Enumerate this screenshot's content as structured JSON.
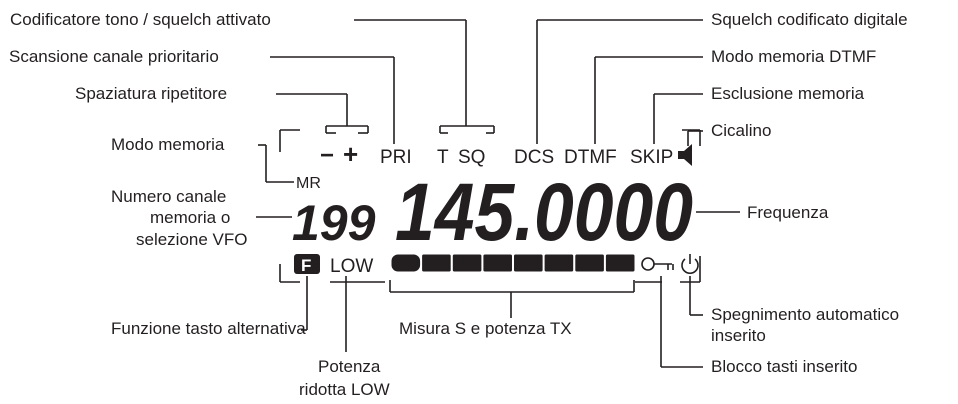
{
  "callouts": {
    "tone_squelch": "Codificatore tono / squelch attivato",
    "priority_scan": "Scansione canale prioritario",
    "repeater_shift": "Spaziatura ripetitore",
    "memory_mode": "Modo memoria",
    "channel_number_l1": "Numero canale",
    "channel_number_l2": "memoria o",
    "channel_number_l3": "selezione VFO",
    "alt_function": "Funzione tasto alternativa",
    "low_power_l1": "Potenza",
    "low_power_l2": "ridotta LOW",
    "s_meter": "Misura S e potenza TX",
    "dcs": "Squelch codificato digitale",
    "dtmf": "Modo memoria DTMF",
    "skip": "Esclusione memoria",
    "beep": "Cicalino",
    "frequency": "Frequenza",
    "auto_power_off_l1": "Spegnimento automatico",
    "auto_power_off_l2": "inserito",
    "key_lock": "Blocco tasti inserito"
  },
  "lcd": {
    "minus": "−",
    "plus": "+",
    "pri": "PRI",
    "t": "T",
    "sq": "SQ",
    "dcs": "DCS",
    "dtmf": "DTMF",
    "skip": "SKIP",
    "mr": "MR",
    "channel": "199",
    "frequency": "145.0000",
    "f_key": "F",
    "low": "LOW",
    "s_meter_level": 8,
    "s_meter_segments": 8
  },
  "icons": [
    "speaker-icon",
    "key-icon",
    "power-icon",
    "f-key-icon"
  ]
}
